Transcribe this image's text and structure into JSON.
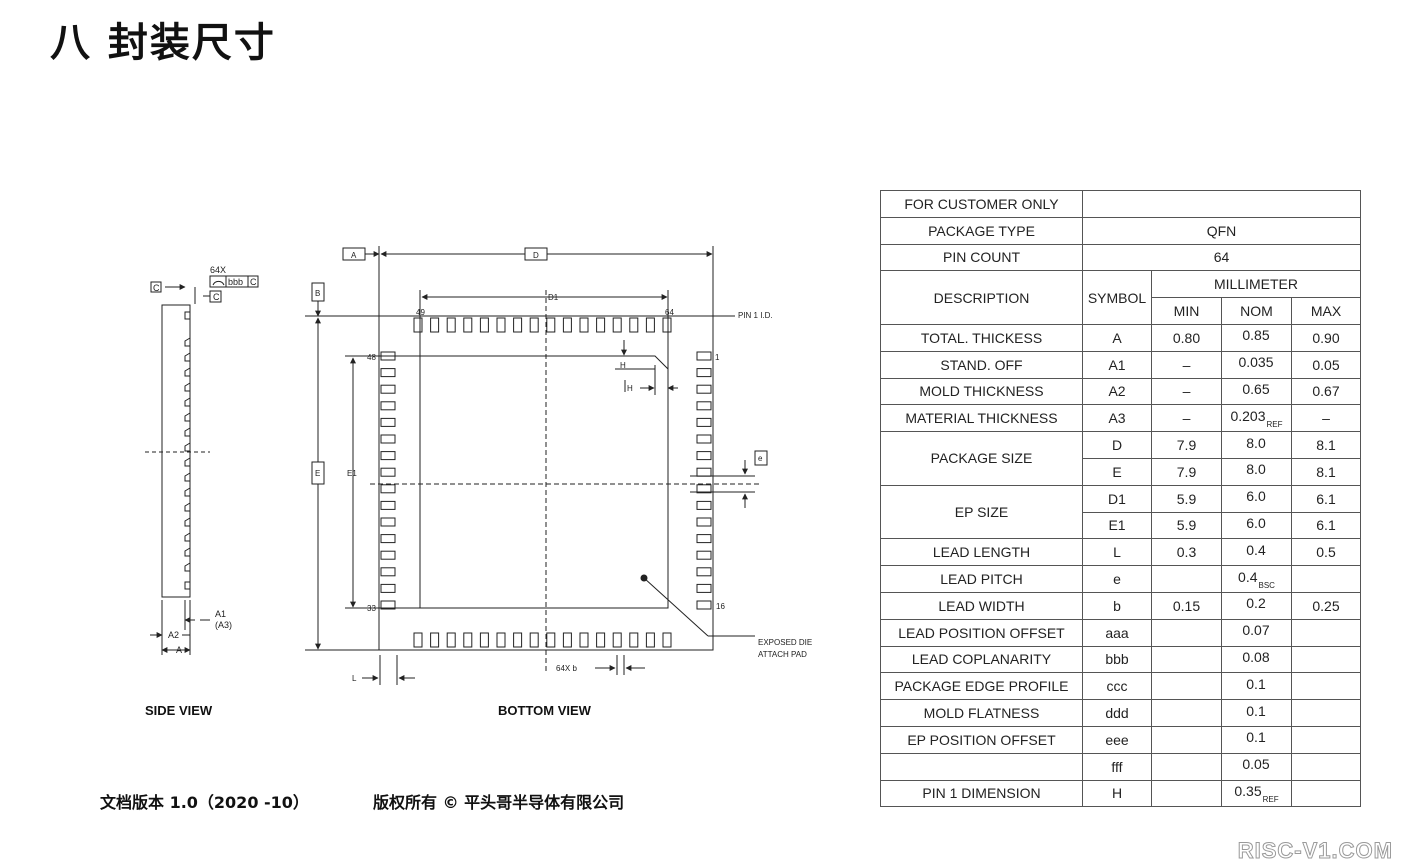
{
  "title": "八 封装尺寸",
  "views": {
    "side": "SIDE VIEW",
    "bottom": "BOTTOM VIEW"
  },
  "side_view_labels": {
    "datum_c": "C",
    "count": "64X",
    "flatness_value": "bbb",
    "flatness_ref": "C",
    "ref_c2": "C",
    "a1": "A1",
    "a3": "(A3)",
    "a2": "A2",
    "a": "A"
  },
  "bottom_view_labels": {
    "datum_a": "A",
    "dim_d": "D",
    "datum_b": "B",
    "dim_d1": "D1",
    "pin49": "49",
    "pin64": "64",
    "pin1_id": "PIN 1 I.D.",
    "pin48": "48",
    "pin1": "1",
    "h1": "H",
    "h2": "H",
    "dim_e": "E",
    "dim_e1": "E1",
    "dim_pitch": "e",
    "pin33": "33",
    "pin16": "16",
    "pad_line1": "EXPOSED DIE",
    "pad_line2": "ATTACH PAD",
    "dim_l": "L",
    "dim_b": "64X  b"
  },
  "footer": {
    "version": "文档版本 1.0（2020 -10）",
    "copyright": "版权所有 © 平头哥半导体有限公司"
  },
  "watermark": "RISC-V1.COM",
  "table": {
    "customer_label": "FOR CUSTOMER ONLY",
    "customer_value": "",
    "package_type_label": "PACKAGE TYPE",
    "package_type_value": "QFN",
    "pin_count_label": "PIN COUNT",
    "pin_count_value": "64",
    "h_description": "DESCRIPTION",
    "h_symbol": "SYMBOL",
    "h_unit": "MILLIMETER",
    "h_min": "MIN",
    "h_nom": "NOM",
    "h_max": "MAX",
    "rows": [
      {
        "desc": "TOTAL. THICKESS",
        "sym": "A",
        "min": "0.80",
        "nom": "0.85",
        "nom_sub": "",
        "max": "0.90"
      },
      {
        "desc": "STAND. OFF",
        "sym": "A1",
        "min": "–",
        "nom": "0.035",
        "nom_sub": "",
        "max": "0.05"
      },
      {
        "desc": "MOLD THICKNESS",
        "sym": "A2",
        "min": "–",
        "nom": "0.65",
        "nom_sub": "",
        "max": "0.67"
      },
      {
        "desc": "MATERIAL THICKNESS",
        "sym": "A3",
        "min": "–",
        "nom": "0.203",
        "nom_sub": "REF",
        "max": "–"
      },
      {
        "desc": "PACKAGE  SIZE",
        "sym": "D",
        "min": "7.9",
        "nom": "8.0",
        "nom_sub": "",
        "max": "8.1"
      },
      {
        "desc": "",
        "sym": "E",
        "min": "7.9",
        "nom": "8.0",
        "nom_sub": "",
        "max": "8.1"
      },
      {
        "desc": "EP  SIZE",
        "sym": "D1",
        "min": "5.9",
        "nom": "6.0",
        "nom_sub": "",
        "max": "6.1"
      },
      {
        "desc": "",
        "sym": "E1",
        "min": "5.9",
        "nom": "6.0",
        "nom_sub": "",
        "max": "6.1"
      },
      {
        "desc": "LEAD LENGTH",
        "sym": "L",
        "min": "0.3",
        "nom": "0.4",
        "nom_sub": "",
        "max": "0.5"
      },
      {
        "desc": "LEAD PITCH",
        "sym": "e",
        "min": "",
        "nom": "0.4",
        "nom_sub": "BSC",
        "max": ""
      },
      {
        "desc": "LEAD WIDTH",
        "sym": "b",
        "min": "0.15",
        "nom": "0.2",
        "nom_sub": "",
        "max": "0.25"
      },
      {
        "desc": "LEAD POSITION OFFSET",
        "sym": "aaa",
        "min": "",
        "nom": "0.07",
        "nom_sub": "",
        "max": ""
      },
      {
        "desc": "LEAD COPLANARITY",
        "sym": "bbb",
        "min": "",
        "nom": "0.08",
        "nom_sub": "",
        "max": ""
      },
      {
        "desc": "PACKAGE EDGE PROFILE",
        "sym": "ccc",
        "min": "",
        "nom": "0.1",
        "nom_sub": "",
        "max": ""
      },
      {
        "desc": "MOLD FLATNESS",
        "sym": "ddd",
        "min": "",
        "nom": "0.1",
        "nom_sub": "",
        "max": ""
      },
      {
        "desc": "EP POSITION OFFSET",
        "sym": "eee",
        "min": "",
        "nom": "0.1",
        "nom_sub": "",
        "max": ""
      },
      {
        "desc": "",
        "sym": "fff",
        "min": "",
        "nom": "0.05",
        "nom_sub": "",
        "max": ""
      },
      {
        "desc": "PIN  1  DIMENSION",
        "sym": "H",
        "min": "",
        "nom": "0.35",
        "nom_sub": "REF",
        "max": ""
      }
    ]
  }
}
